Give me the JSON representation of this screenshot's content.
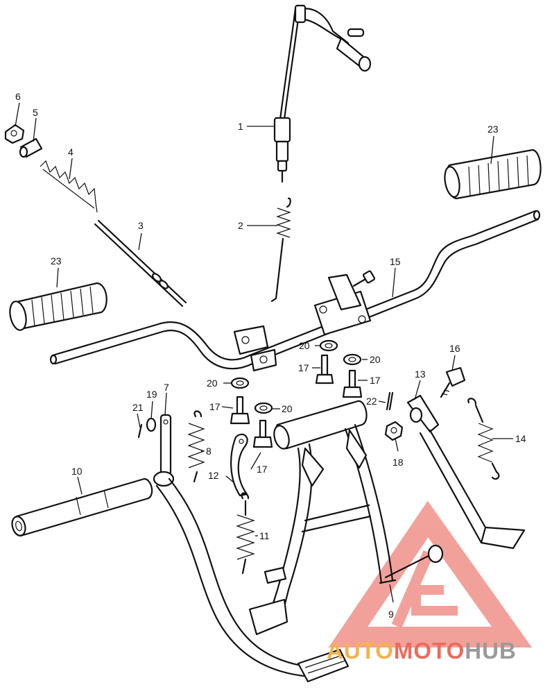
{
  "callouts": [
    {
      "id": "1",
      "text": "1"
    },
    {
      "id": "2",
      "text": "2"
    },
    {
      "id": "3",
      "text": "3"
    },
    {
      "id": "4",
      "text": "4"
    },
    {
      "id": "5",
      "text": "5"
    },
    {
      "id": "6",
      "text": "6"
    },
    {
      "id": "7",
      "text": "7"
    },
    {
      "id": "8",
      "text": "8"
    },
    {
      "id": "9",
      "text": "9"
    },
    {
      "id": "10",
      "text": "10"
    },
    {
      "id": "11",
      "text": "11"
    },
    {
      "id": "12",
      "text": "12"
    },
    {
      "id": "13",
      "text": "13"
    },
    {
      "id": "14",
      "text": "14"
    },
    {
      "id": "15",
      "text": "15"
    },
    {
      "id": "16",
      "text": "16"
    },
    {
      "id": "17a",
      "text": "17"
    },
    {
      "id": "17b",
      "text": "17"
    },
    {
      "id": "17c",
      "text": "17"
    },
    {
      "id": "17d",
      "text": "17"
    },
    {
      "id": "18",
      "text": "18"
    },
    {
      "id": "19",
      "text": "19"
    },
    {
      "id": "20a",
      "text": "20"
    },
    {
      "id": "20b",
      "text": "20"
    },
    {
      "id": "20c",
      "text": "20"
    },
    {
      "id": "20d",
      "text": "20"
    },
    {
      "id": "21",
      "text": "21"
    },
    {
      "id": "22",
      "text": "22"
    },
    {
      "id": "23a",
      "text": "23"
    },
    {
      "id": "23b",
      "text": "23"
    }
  ],
  "watermark": {
    "part1": "AUTO",
    "part2": "MOTO",
    "part3": "HUB",
    "color_auto": "#f4b24a",
    "color_moto": "#ef6a5a",
    "color_hub": "#9a9a9a",
    "logo_color": "#f08a82"
  }
}
